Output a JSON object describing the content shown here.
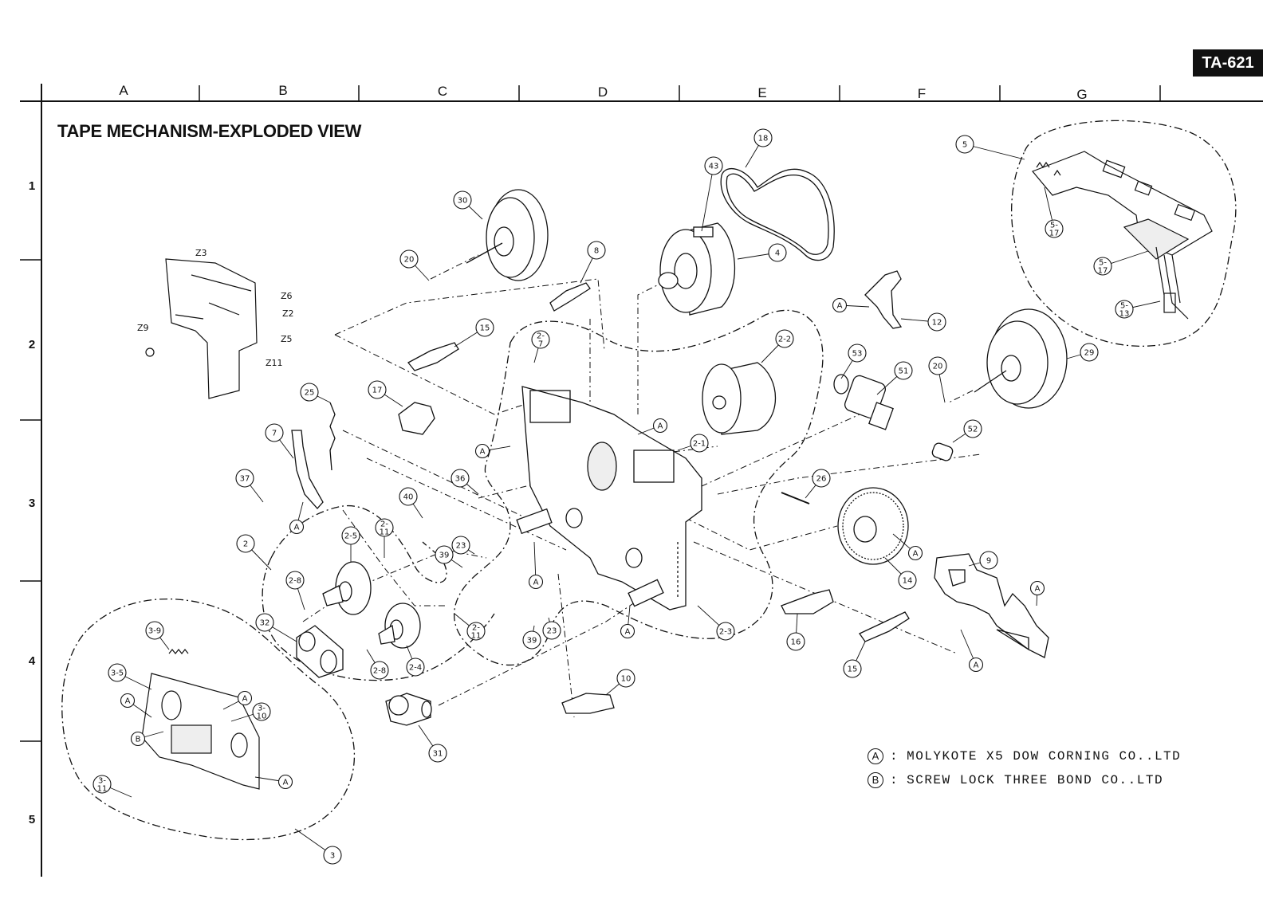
{
  "model": "TA-621",
  "title": "TAPE MECHANISM-EXPLODED VIEW",
  "grid": {
    "columns": [
      "A",
      "B",
      "C",
      "D",
      "E",
      "F",
      "G"
    ],
    "rows": [
      "1",
      "2",
      "3",
      "4",
      "5"
    ]
  },
  "parts": [
    {
      "id": "p18",
      "label": "18"
    },
    {
      "id": "p43",
      "label": "43"
    },
    {
      "id": "p30",
      "label": "30"
    },
    {
      "id": "p4",
      "label": "4"
    },
    {
      "id": "p20a",
      "label": "20"
    },
    {
      "id": "p8",
      "label": "8"
    },
    {
      "id": "p5",
      "label": "5"
    },
    {
      "id": "p5_17a",
      "label": "5-\n17"
    },
    {
      "id": "p5_17b",
      "label": "5-\n17"
    },
    {
      "id": "p5_13",
      "label": "5-\n13"
    },
    {
      "id": "p15a",
      "label": "15"
    },
    {
      "id": "p2_7",
      "label": "2-\n7"
    },
    {
      "id": "p2_2",
      "label": "2-2"
    },
    {
      "id": "p12",
      "label": "12"
    },
    {
      "id": "p53",
      "label": "53"
    },
    {
      "id": "p51",
      "label": "51"
    },
    {
      "id": "p20b",
      "label": "20"
    },
    {
      "id": "p29",
      "label": "29"
    },
    {
      "id": "p25",
      "label": "25"
    },
    {
      "id": "p17",
      "label": "17"
    },
    {
      "id": "p7",
      "label": "7"
    },
    {
      "id": "p2_1",
      "label": "2-1"
    },
    {
      "id": "p52",
      "label": "52"
    },
    {
      "id": "p37",
      "label": "37"
    },
    {
      "id": "p36",
      "label": "36"
    },
    {
      "id": "p40",
      "label": "40"
    },
    {
      "id": "p26",
      "label": "26"
    },
    {
      "id": "p2",
      "label": "2"
    },
    {
      "id": "p2_5",
      "label": "2-5"
    },
    {
      "id": "p2_11a",
      "label": "2-\n11"
    },
    {
      "id": "p23a",
      "label": "23"
    },
    {
      "id": "p39a",
      "label": "39"
    },
    {
      "id": "p9",
      "label": "9"
    },
    {
      "id": "p2_8a",
      "label": "2-8"
    },
    {
      "id": "p14",
      "label": "14"
    },
    {
      "id": "p32",
      "label": "32"
    },
    {
      "id": "p3_9",
      "label": "3-9"
    },
    {
      "id": "p2_11b",
      "label": "2-\n11"
    },
    {
      "id": "p39b",
      "label": "39"
    },
    {
      "id": "p23b",
      "label": "23"
    },
    {
      "id": "p2_3",
      "label": "2-3"
    },
    {
      "id": "p16",
      "label": "16"
    },
    {
      "id": "p15b",
      "label": "15"
    },
    {
      "id": "p3_5",
      "label": "3-5"
    },
    {
      "id": "p2_8b",
      "label": "2-8"
    },
    {
      "id": "p2_4",
      "label": "2-4"
    },
    {
      "id": "p10",
      "label": "10"
    },
    {
      "id": "p3_10",
      "label": "3-\n10"
    },
    {
      "id": "p31",
      "label": "31"
    },
    {
      "id": "p3_11",
      "label": "3-\n11"
    },
    {
      "id": "p3",
      "label": "3"
    }
  ],
  "markers": [
    "A",
    "B"
  ],
  "zlabels": [
    "Z3",
    "Z6",
    "Z2",
    "Z9",
    "Z5",
    "Z11"
  ],
  "legend": [
    {
      "symbol": "A",
      "text": "MOLYKOTE X5 DOW CORNING CO..LTD"
    },
    {
      "symbol": "B",
      "text": "SCREW LOCK  THREE BOND CO..LTD"
    }
  ]
}
